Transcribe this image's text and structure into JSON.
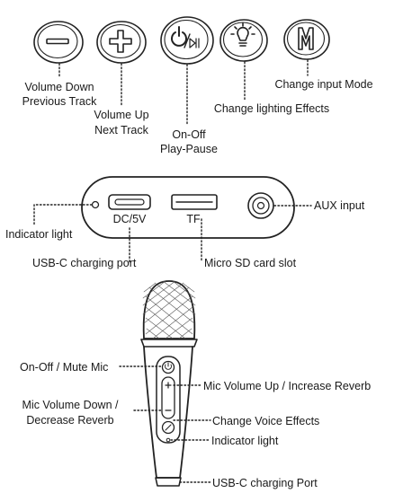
{
  "buttons": {
    "volume_down": "Volume Down",
    "previous_track": "Previous Track",
    "volume_up": "Volume Up",
    "next_track": "Next  Track",
    "on_off": "On-Off",
    "play_pause": "Play-Pause",
    "lighting": "Change lighting Effects",
    "input_mode": "Change input Mode"
  },
  "ports": {
    "dc_label": "DC/5V",
    "tf_label": "TF",
    "aux_input": "AUX input",
    "indicator_light": "Indicator light",
    "usb_c_charging": "USB-C charging port",
    "micro_sd": "Micro SD card slot"
  },
  "mic": {
    "on_off_mute": "On-Off / Mute Mic",
    "mic_volume_up": "Mic Volume Up / Increase Reverb",
    "mic_volume_down_1": "Mic Volume Down /",
    "mic_volume_down_2": "Decrease Reverb",
    "voice_effects": "Change Voice Effects",
    "indicator_light": "Indicator light",
    "usb_c_port": "USB-C charging Port"
  }
}
